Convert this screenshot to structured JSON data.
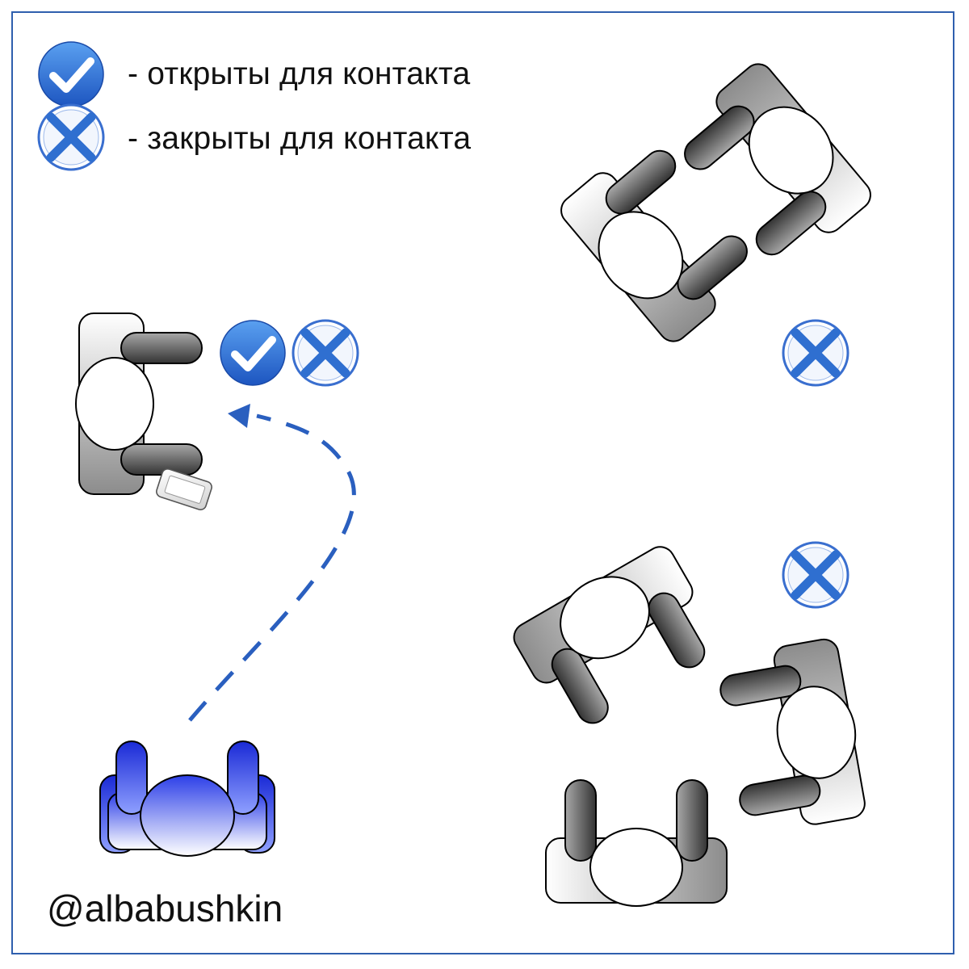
{
  "legend": {
    "open_text": "- открыты для контакта",
    "closed_text": "- закрыты для контакта"
  },
  "author": "@albabushkin",
  "colors": {
    "frame": "#2f5fae",
    "accent_blue": "#2f6fd0",
    "path_dash": "#2a5fbf"
  },
  "icons": {
    "open": "check-circle-icon",
    "closed": "cross-circle-icon"
  },
  "people": [
    {
      "id": "contact-target",
      "status": [
        "open",
        "closed"
      ],
      "holds_phone": true
    },
    {
      "id": "top-right-pair",
      "status": [
        "closed"
      ]
    },
    {
      "id": "bottom-right-group",
      "status": [
        "closed"
      ]
    },
    {
      "id": "observer",
      "highlighted": true
    }
  ]
}
